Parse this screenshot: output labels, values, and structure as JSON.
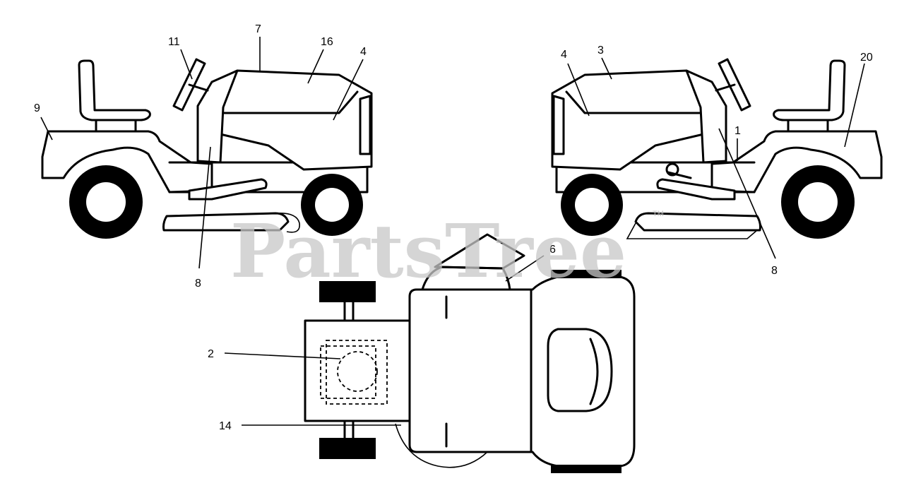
{
  "watermark": {
    "text": "PartsTree",
    "trademark": "TM"
  },
  "callouts": {
    "c1": "1",
    "c2": "2",
    "c3": "3",
    "c4a": "4",
    "c4b": "4",
    "c6": "6",
    "c7": "7",
    "c8a": "8",
    "c8b": "8",
    "c9": "9",
    "c11": "11",
    "c14": "14",
    "c16": "16",
    "c20": "20"
  }
}
